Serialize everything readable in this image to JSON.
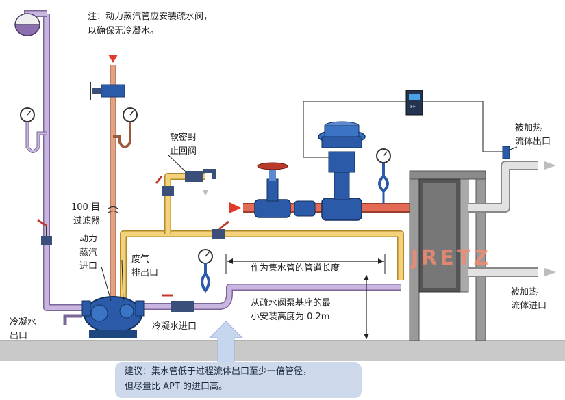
{
  "note": {
    "line1": "注：动力蒸汽管应安装疏水阀，",
    "line2": "以确保无冷凝水。"
  },
  "labels": {
    "soft_seal_check_valve_1": "软密封",
    "soft_seal_check_valve_2": "止回阀",
    "filter_1": "100 目",
    "filter_2": "过滤器",
    "motive_steam_1": "动力",
    "motive_steam_2": "蒸汽",
    "motive_steam_3": "进口",
    "exhaust_1": "废气",
    "exhaust_2": "排出口",
    "collector_length": "作为集水管的管道长度",
    "min_height_1": "从疏水阀泵基座的最",
    "min_height_2": "小安装高度为 0.2m",
    "condensate_inlet": "冷凝水进口",
    "condensate_outlet_1": "冷凝水",
    "condensate_outlet_2": "出口",
    "heated_fluid_outlet_1": "被加热",
    "heated_fluid_outlet_2": "流体出口",
    "heated_fluid_inlet_1": "被加热",
    "heated_fluid_inlet_2": "流体进口"
  },
  "recommendation": {
    "line1": "建议：集水管低于过程流体出口至少一倍管径，",
    "line2": "但尽量比 APT 的进口高。"
  },
  "watermark": "JRETZ",
  "colors": {
    "steam_pipe": "#d98a6a",
    "condensate_pipe": "#b9a3d0",
    "exhaust_pipe": "#f0c870",
    "heat_pipe": "#c8c8c8",
    "valve_blue": "#2a5aa8",
    "arrow_red": "#e23a2a",
    "arrow_grey": "#bdbdbd",
    "ground": "#c9c9c9",
    "recommend_box": "#cdd9ea"
  }
}
